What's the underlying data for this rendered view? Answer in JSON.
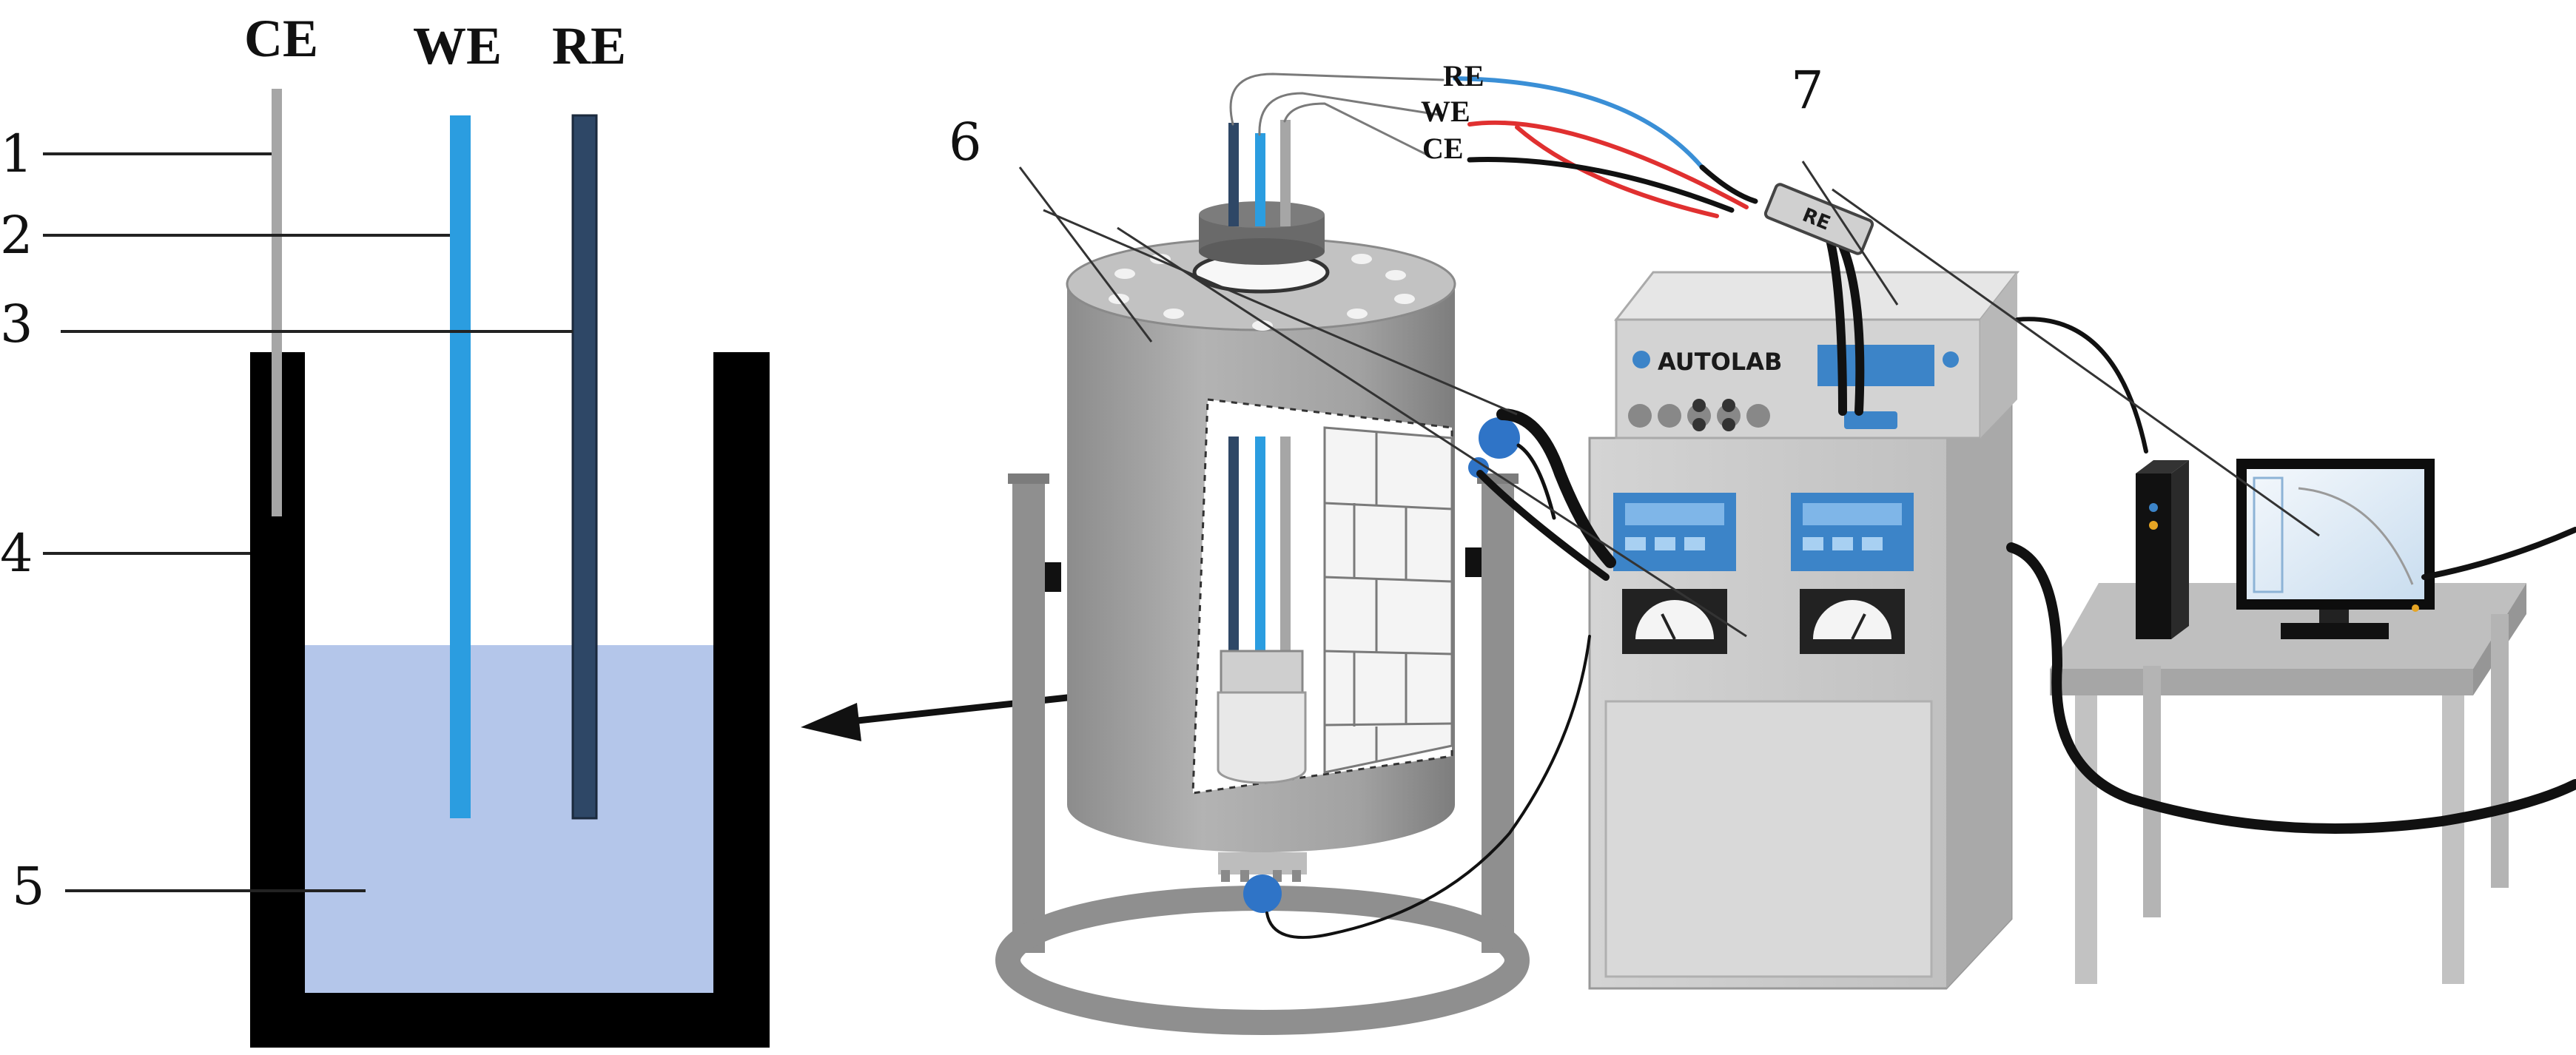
{
  "electrode_labels": {
    "ce": "CE",
    "we": "WE",
    "re": "RE"
  },
  "part_numbers": {
    "p1": "1",
    "p2": "2",
    "p3": "3",
    "p4": "4",
    "p5": "5",
    "p6": "6",
    "p7": "7"
  },
  "cable_labels": {
    "re": "RE",
    "we": "WE",
    "ce": "CE"
  },
  "device": {
    "brand": "AUTOLAB",
    "adapter_text": "RE"
  },
  "colors": {
    "cell_wall": "#000000",
    "electrolyte": "#b4c6ea",
    "counter_electrode": "#a6a6a6",
    "working_electrode": "#2b9de0",
    "reference_electrode": "#2e4766",
    "autoclave_body": "#9e9e9e",
    "potentiostat": "#c9c9c9",
    "wire_red": "#e03030",
    "wire_blue": "#3a8fd6",
    "display_blue": "#3c84c8"
  }
}
